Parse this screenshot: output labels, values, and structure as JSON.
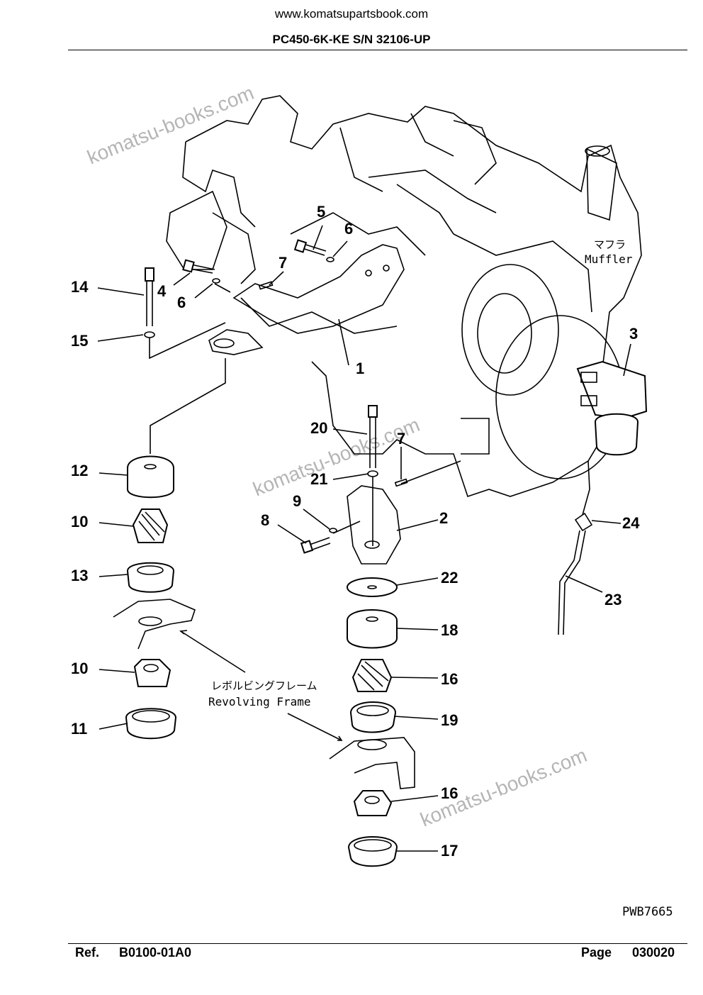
{
  "header": {
    "site_url": "www.komatsupartsbook.com",
    "model": "PC450-6K-KE S/N 32106-UP"
  },
  "footer": {
    "ref_label": "Ref.",
    "ref_value": "B0100-01A0",
    "page_label": "Page",
    "page_value": "030020"
  },
  "diagram": {
    "drawing_code": "PWB7665",
    "labels": {
      "muffler_jp": "マフラ",
      "muffler_en": "Muffler",
      "frame_jp": "レボルビングフレーム",
      "frame_en": "Revolving Frame"
    },
    "watermark": "komatsu-books.com",
    "callouts": [
      "1",
      "2",
      "3",
      "4",
      "5",
      "6",
      "6",
      "7",
      "7",
      "8",
      "9",
      "10",
      "10",
      "11",
      "12",
      "13",
      "14",
      "15",
      "16",
      "16",
      "17",
      "18",
      "19",
      "20",
      "21",
      "22",
      "23",
      "24"
    ]
  }
}
